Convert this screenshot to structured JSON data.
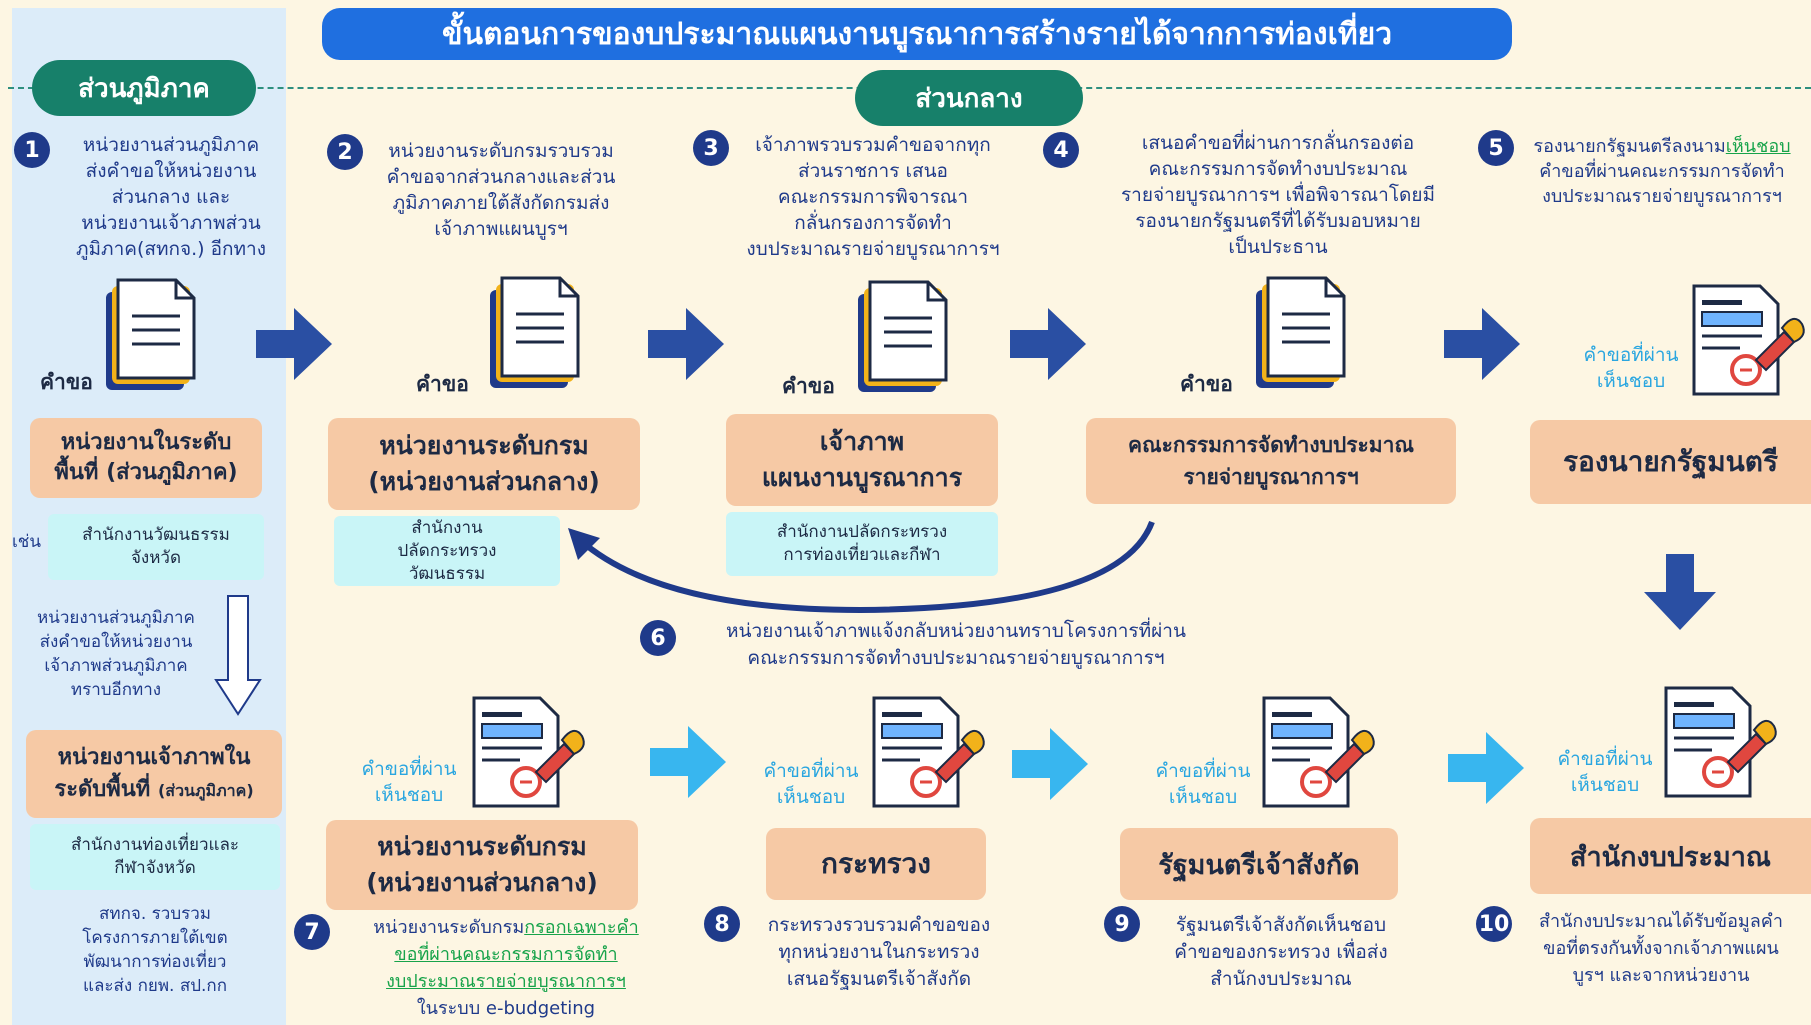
{
  "title": "ขั้นตอนการของบประมาณแผนงานบูรณาการสร้างรายได้จากการท่องเที่ยว",
  "sections": {
    "regional": "ส่วนภูมิภาค",
    "central": "ส่วนกลาง"
  },
  "numbers": [
    "1",
    "2",
    "3",
    "4",
    "5",
    "6",
    "7",
    "8",
    "9",
    "10"
  ],
  "steps": {
    "s1": [
      "หน่วยงานส่วนภูมิภาค",
      "ส่งคำขอให้หน่วยงาน",
      "ส่วนกลาง และ",
      "หน่วยงานเจ้าภาพส่วน",
      "ภูมิภาค(สทกจ.) อีกทาง"
    ],
    "s2": [
      "หน่วยงานระดับกรมรวบรวม",
      "คำขอจากส่วนกลางและส่วน",
      "ภูมิภาคภายใต้สังกัดกรมส่ง",
      "เจ้าภาพแผนบูรฯ"
    ],
    "s3": [
      "เจ้าภาพรวบรวมคำขอจากทุก",
      "ส่วนราชการ เสนอ",
      "คณะกรรมการพิจารณา",
      "กลั่นกรองการจัดทำ",
      "งบประมาณรายจ่ายบูรณาการฯ"
    ],
    "s4": [
      "เสนอคำขอที่ผ่านการกลั่นกรองต่อ",
      "คณะกรรมการจัดทำงบประมาณ",
      "รายจ่ายบูรณาการฯ เพื่อพิจารณาโดยมี",
      "รองนายกรัฐมนตรีที่ได้รับมอบหมาย",
      "เป็นประธาน"
    ],
    "s5_a": "รองนายกรัฐมนตรีลงนาม",
    "s5_b": "เห็นชอบ",
    "s5_c": [
      "คำขอที่ผ่านคณะกรรมการจัดทำ",
      "งบประมาณรายจ่ายบูรณาการฯ"
    ],
    "s6": [
      "หน่วยงานเจ้าภาพแจ้งกลับหน่วยงานทราบโครงการที่ผ่าน",
      "คณะกรรมการจัดทำงบประมาณรายจ่ายบูรณาการฯ"
    ],
    "s7_a": "หน่วยงานระดับกรม",
    "s7_b": "กรอกเฉพาะคำ",
    "s7_c": "ขอที่ผ่านคณะกรรมการจัดทำ",
    "s7_d": "งบประมาณรายจ่ายบูรณาการฯ",
    "s7_e": "ในระบบ e-budgeting",
    "s8": [
      "กระทรวงรวบรวมคำขอของ",
      "ทุกหน่วยงานในกระทรวง",
      "เสนอรัฐมนตรีเจ้าสังกัด"
    ],
    "s9": [
      "รัฐมนตรีเจ้าสังกัดเห็นชอบ",
      "คำขอของกระทรวง เพื่อส่ง",
      "สำนักงบประมาณ"
    ],
    "s10": [
      "สำนักงบประมาณได้รับข้อมูลคำ",
      "ขอที่ตรงกันทั้งจากเจ้าภาพแผน",
      "บูรฯ และจากหน่วยงาน"
    ]
  },
  "labels": {
    "request": "คำขอ",
    "approved_a": "คำขอที่ผ่าน",
    "approved_b": "เห็นชอบ",
    "example": "เช่น",
    "regional_note": [
      "หน่วยงานส่วนภูมิภาค",
      "ส่งคำขอให้หน่วยงาน",
      "เจ้าภาพส่วนภูมิภาค",
      "ทราบอีกทาง"
    ],
    "satkj_note": [
      "สทกจ. รวบรวม",
      "โครงการภายใต้เขต",
      "พัฒนาการท่องเที่ยว",
      "และส่ง กยพ. สป.กก"
    ]
  },
  "boxes": {
    "area_unit": [
      "หน่วยงานในระดับ",
      "พื้นที่ (ส่วนภูมิภาค)"
    ],
    "culture_office": [
      "สำนักงานวัฒนธรรม",
      "จังหวัด"
    ],
    "host_area_a": "หน่วยงานเจ้าภาพใน",
    "host_area_b": "ระดับพื้นที่",
    "host_area_c": "(ส่วนภูมิภาค)",
    "tourism_office": [
      "สำนักงานท่องเที่ยวและ",
      "กีฬาจังหวัด"
    ],
    "dept_unit": [
      "หน่วยงานระดับกรม",
      "(หน่วยงานส่วนกลาง)"
    ],
    "culture_ps": [
      "สำนักงาน",
      "ปลัดกระทรวง",
      "วัฒนธรรม"
    ],
    "host_plan": [
      "เจ้าภาพ",
      "แผนงานบูรณาการ"
    ],
    "tourism_ps": [
      "สำนักงานปลัดกระทรวง",
      "การท่องเที่ยวและกีฬา"
    ],
    "committee": [
      "คณะกรรมการจัดทำงบประมาณ",
      "รายจ่ายบูรณาการฯ"
    ],
    "deputy_pm": "รองนายกรัฐมนตรี",
    "dept_unit2": [
      "หน่วยงานระดับกรม",
      "(หน่วยงานส่วนกลาง)"
    ],
    "ministry": "กระทรวง",
    "minister": "รัฐมนตรีเจ้าสังกัด",
    "budget_bureau": "สำนักงบประมาณ"
  },
  "colors": {
    "title_bg": "#1f6fe0",
    "pill_bg": "#17806a",
    "peach": "#f6c9a5",
    "cyan": "#c9f5f7",
    "navy_arrow": "#2a4fa3",
    "light_arrow": "#38b6ef",
    "text": "#1f3a8a"
  },
  "icons": [
    "document-stack-icon",
    "approved-document-icon",
    "arrow-right-icon",
    "arrow-down-icon",
    "curved-arrow-icon"
  ]
}
